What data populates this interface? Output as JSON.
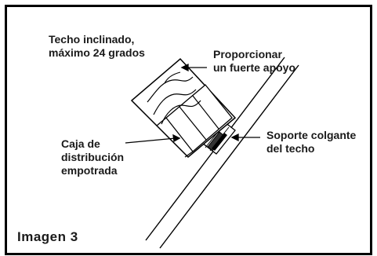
{
  "labels": {
    "ceiling_slope": [
      "Techo inclinado,",
      "máximo 24 grados"
    ],
    "strong_support": [
      "Proporcionar",
      "un fuerte apoyo"
    ],
    "hanger_bracket": [
      "Soporte colgante",
      "del techo"
    ],
    "recessed_box": [
      "Caja de",
      "distribución",
      "empotrada"
    ]
  },
  "caption": "Imagen 3"
}
